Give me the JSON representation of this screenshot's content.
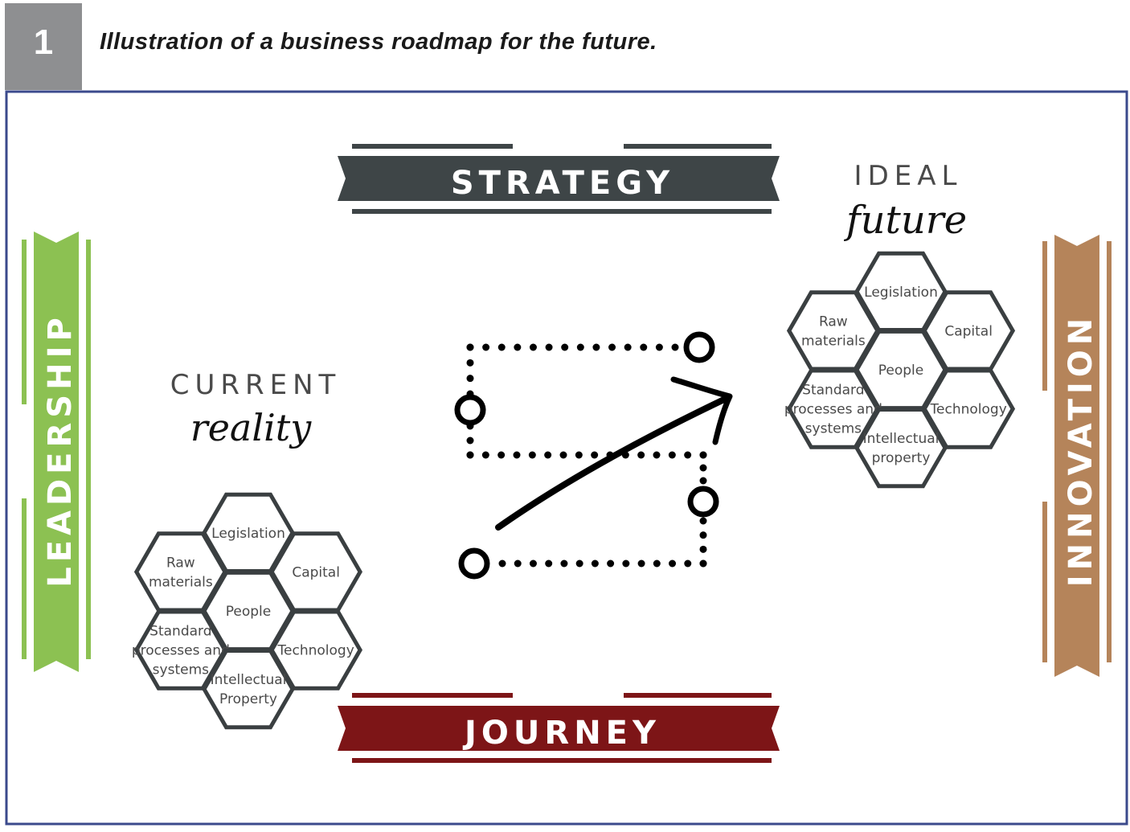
{
  "figure": {
    "number": "1",
    "caption": "Illustration of a business roadmap for the future."
  },
  "banners": {
    "strategy": "STRATEGY",
    "journey": "JOURNEY",
    "leadership": "LEADERSHIP",
    "innovation": "INNOVATION"
  },
  "current": {
    "heading": "CURRENT",
    "script": "reality",
    "hexagons": [
      {
        "lines": [
          "Legislation"
        ]
      },
      {
        "lines": [
          "Raw",
          "materials"
        ]
      },
      {
        "lines": [
          "Capital"
        ]
      },
      {
        "lines": [
          "People"
        ]
      },
      {
        "lines": [
          "Standard",
          "processes and",
          "systems"
        ]
      },
      {
        "lines": [
          "Technology"
        ]
      },
      {
        "lines": [
          "Intellectual",
          "Property"
        ]
      }
    ]
  },
  "ideal": {
    "heading": "IDEAL",
    "script": "future",
    "hexagons": [
      {
        "lines": [
          "Legislation"
        ]
      },
      {
        "lines": [
          "Raw",
          "materials"
        ]
      },
      {
        "lines": [
          "Capital"
        ]
      },
      {
        "lines": [
          "People"
        ]
      },
      {
        "lines": [
          "Standard",
          "processes and",
          "systems"
        ]
      },
      {
        "lines": [
          "Technology"
        ]
      },
      {
        "lines": [
          "Intellectual",
          "property"
        ]
      }
    ]
  },
  "colors": {
    "frame": "#3b4a8c",
    "strategy": "#3e4547",
    "journey": "#7d1517",
    "leadership": "#8cc152",
    "innovation": "#b5845a"
  }
}
